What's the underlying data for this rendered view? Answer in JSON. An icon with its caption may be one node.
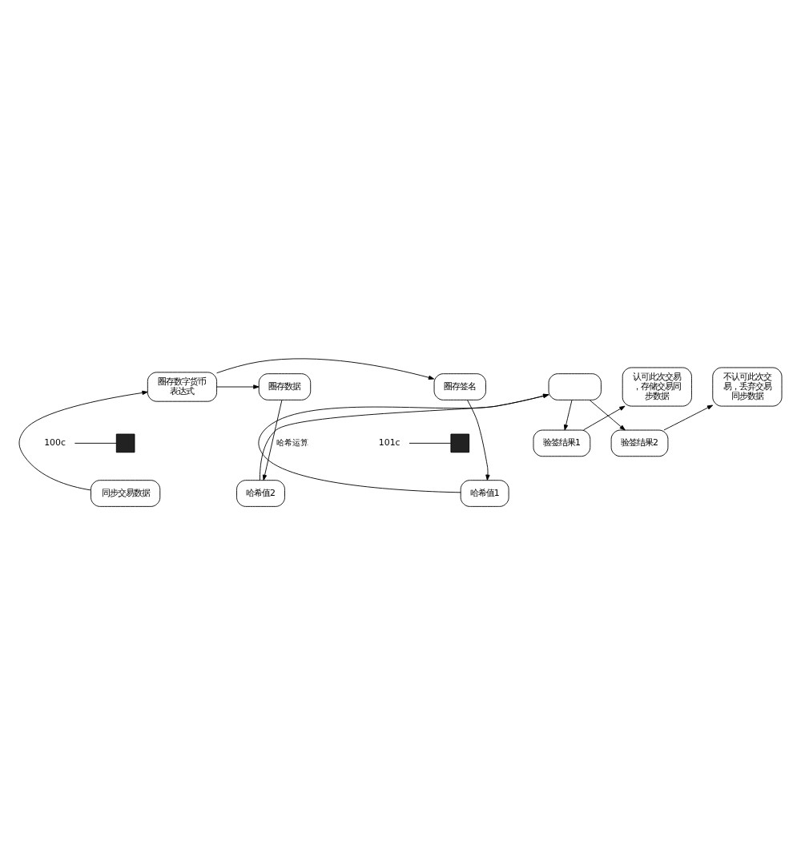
{
  "diagram": {
    "nodes": [
      {
        "text": [
          "圈存数字货币表达式"
        ]
      },
      {
        "text": [
          "圈存签名"
        ]
      },
      {
        "text": [
          "圈存数据"
        ]
      },
      {
        "text": [],
        "shape": "key"
      },
      {
        "text": [
          "100c"
        ]
      },
      {
        "text": [],
        "shape": "key"
      },
      {
        "text": [
          "101c"
        ]
      },
      {
        "text": [
          "同步交易数据"
        ]
      },
      {
        "text": [
          "哈希值1"
        ]
      },
      {
        "text": [
          "哈希值2"
        ]
      },
      {
        "text": [],
        "shape": "box"
      },
      {
        "text": [
          "验签结果1"
        ]
      },
      {
        "text": [
          "验签结果2"
        ]
      },
      {
        "text": [
          "认可此次交易，存储交易同步数据"
        ]
      },
      {
        "text": [
          "不认可此次交易，丢弃交易同步数据"
        ]
      }
    ],
    "edges": [
      {
        "from": 0,
        "to": 1,
        "arrow": "to"
      },
      {
        "from": 0,
        "to": 2,
        "arrow": "to"
      },
      {
        "from": 7,
        "to": 0,
        "arrow": "to"
      },
      {
        "from": 4,
        "to": 3,
        "arrow": "none"
      },
      {
        "from": 6,
        "to": 5,
        "arrow": "none"
      },
      {
        "from": 1,
        "to": 8,
        "arrow": "to"
      },
      {
        "from": 2,
        "to": 9,
        "label": "哈希运算",
        "arrow": "to"
      },
      {
        "from": 8,
        "to": 10,
        "arrow": "to"
      },
      {
        "from": 9,
        "to": 10,
        "arrow": "to"
      },
      {
        "from": 10,
        "to": 11,
        "arrow": "to"
      },
      {
        "from": 10,
        "to": 12,
        "arrow": "to"
      },
      {
        "from": 11,
        "to": 13,
        "arrow": "to"
      },
      {
        "from": 12,
        "to": 14,
        "arrow": "to"
      }
    ]
  }
}
